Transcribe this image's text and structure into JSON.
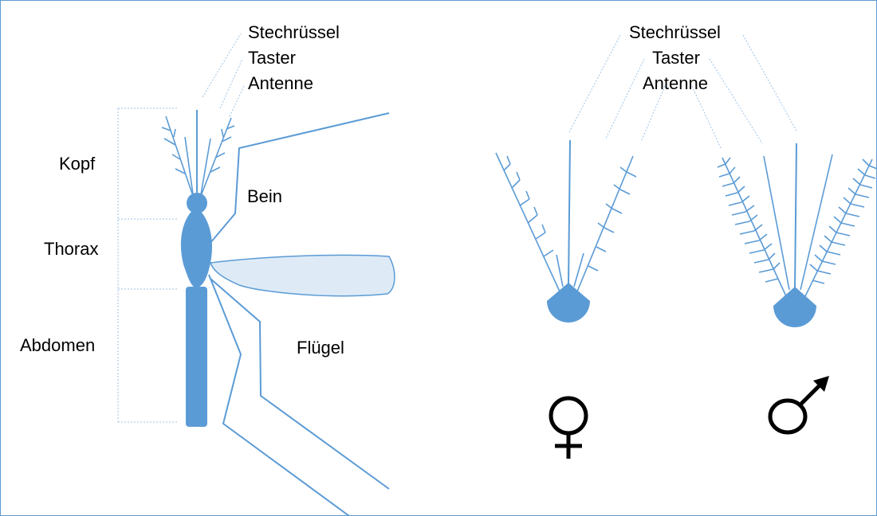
{
  "colors": {
    "accent": "#5b9bd5",
    "wing_fill": "#deebf7",
    "text": "#000000"
  },
  "left_figure": {
    "labels": {
      "proboscis": "Stechrüssel",
      "palp": "Taster",
      "antenna": "Antenne",
      "head": "Kopf",
      "thorax": "Thorax",
      "abdomen": "Abdomen",
      "leg": "Bein",
      "wing": "Flügel"
    }
  },
  "right_figure": {
    "labels": {
      "proboscis": "Stechrüssel",
      "palp": "Taster",
      "antenna": "Antenne"
    },
    "female_symbol": "female-symbol-icon",
    "male_symbol": "male-symbol-icon"
  }
}
